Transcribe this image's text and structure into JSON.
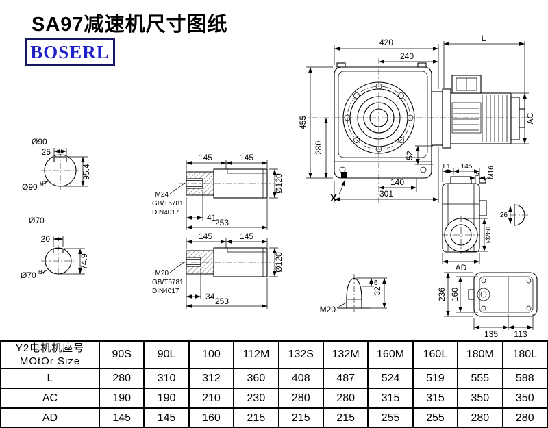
{
  "page": {
    "title": "SA97减速机尺寸图纸",
    "brand": "BOSERL"
  },
  "colors": {
    "brand_text": "#2121c8",
    "brand_border": "#17175c",
    "line": "#000000"
  },
  "drawing": {
    "main_view": {
      "w420": "420",
      "w240": "240",
      "wL": "L",
      "h455": "455",
      "h280": "280",
      "h52": "52",
      "w140": "140",
      "w301": "301",
      "x_mark": "X",
      "hAC": "AC"
    },
    "shaft_section_upper": {
      "dia": "Ø90",
      "key_w": "25",
      "key_h": "95.4",
      "fit": "Ø90",
      "fit_tol": "H7"
    },
    "shaft_section_lower": {
      "dia": "Ø70",
      "key_w": "20",
      "key_h": "74.9",
      "fit": "Ø70",
      "fit_tol": "H7"
    },
    "shaft_upper": {
      "len1": "145",
      "len2": "145",
      "dia": "Ø120",
      "thread": "M24",
      "std1": "GB/T5781",
      "std2": "DIN4017",
      "bore": "41",
      "total": "253"
    },
    "shaft_lower": {
      "len1": "145",
      "len2": "145",
      "dia": "Ø120",
      "thread": "M20",
      "std1": "GB/T5781",
      "std2": "DIN4017",
      "bore": "34",
      "total": "253"
    },
    "end_view": {
      "l1": "L1",
      "w145": "145",
      "w5": "5",
      "thread": "M16",
      "dia": "Ø260",
      "key": "26",
      "ad": "AD"
    },
    "rear_view": {
      "h236": "236",
      "h160": "160",
      "w135": "135",
      "w113": "113"
    },
    "plug": {
      "thread": "M20",
      "h6": "6",
      "h32": "32"
    }
  },
  "table": {
    "header": {
      "line1": "Y2电机机座号",
      "line2": "MOtOr Size"
    },
    "columns": [
      "90S",
      "90L",
      "100",
      "112M",
      "132S",
      "132M",
      "160M",
      "160L",
      "180M",
      "180L"
    ],
    "rows": [
      {
        "label": "L",
        "values": [
          "280",
          "310",
          "312",
          "360",
          "408",
          "487",
          "524",
          "519",
          "555",
          "588"
        ]
      },
      {
        "label": "AC",
        "values": [
          "190",
          "190",
          "210",
          "230",
          "280",
          "280",
          "315",
          "315",
          "350",
          "350"
        ]
      },
      {
        "label": "AD",
        "values": [
          "145",
          "145",
          "160",
          "215",
          "215",
          "215",
          "255",
          "255",
          "280",
          "280"
        ]
      }
    ]
  }
}
